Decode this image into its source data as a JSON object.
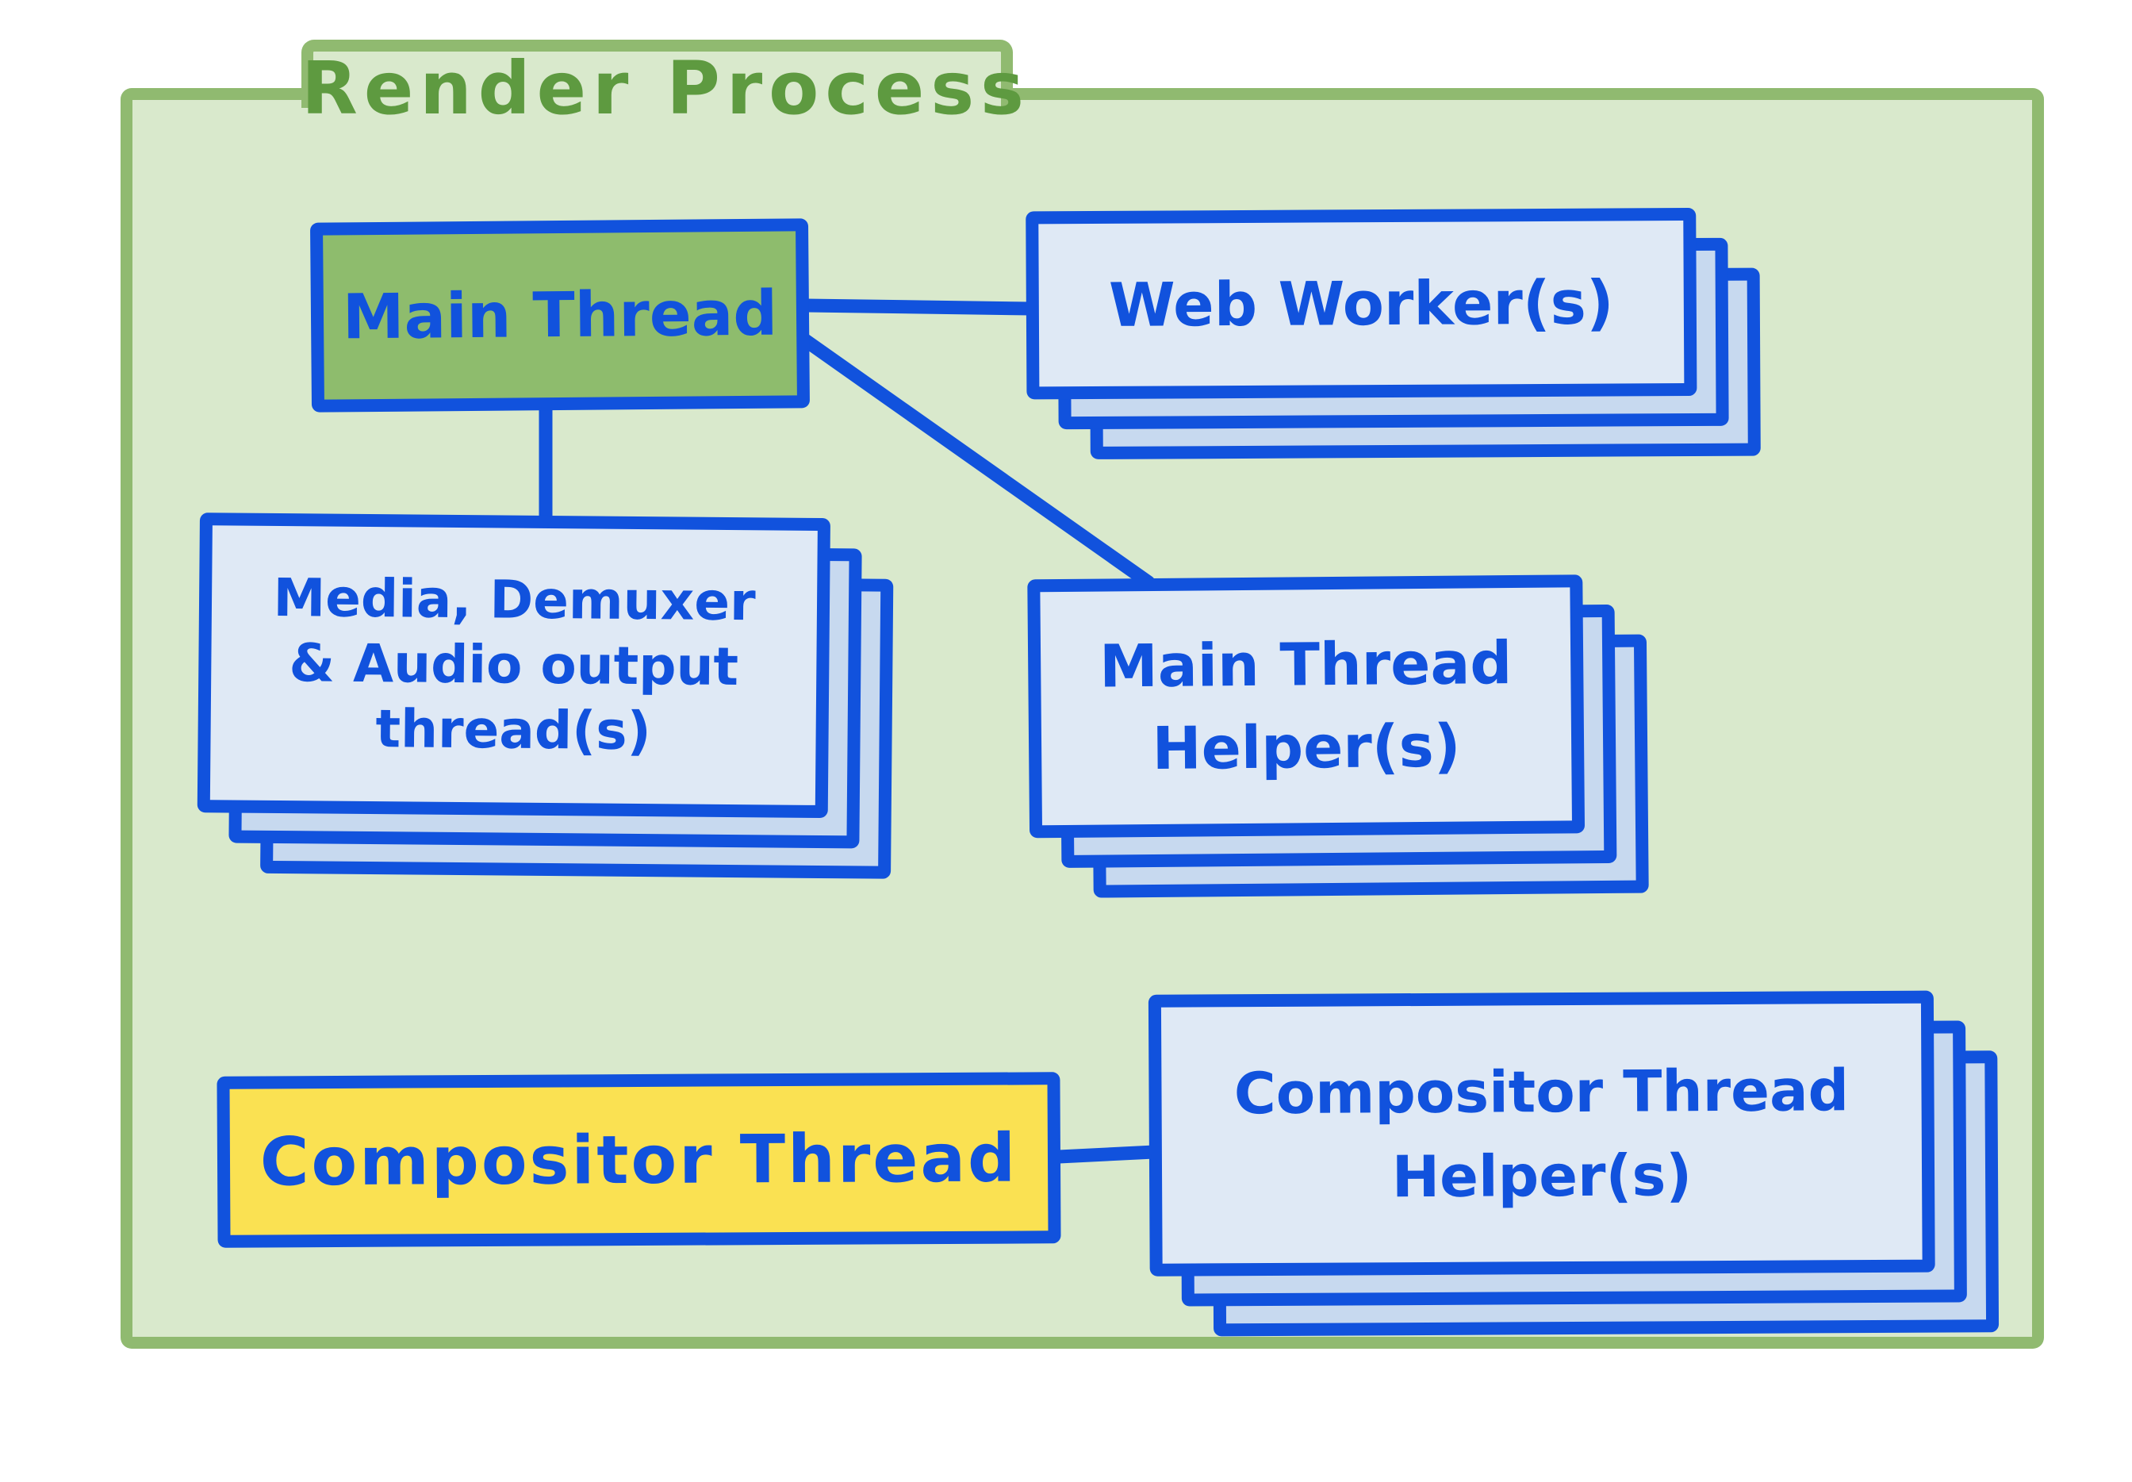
{
  "title": "Render Process",
  "colors": {
    "folder_fill": "#d9e9cc",
    "folder_border": "#90ba70",
    "title_green": "#5e9a40",
    "blue": "#1152dd",
    "card_front": "#dfe9f5",
    "card_back": "#c7d9ef",
    "main_thread_green": "#8ebc6d",
    "compositor_yellow": "#fae152"
  },
  "nodes": {
    "main_thread": {
      "label": "Main Thread"
    },
    "web_workers": {
      "label": "Web Worker(s)"
    },
    "media_threads": {
      "lines": [
        "Media, Demuxer",
        "& Audio output",
        "thread(s)"
      ]
    },
    "main_thread_helpers": {
      "lines": [
        "Main Thread",
        "Helper(s)"
      ]
    },
    "compositor_thread": {
      "label": "Compositor Thread"
    },
    "compositor_thread_helpers": {
      "lines": [
        "Compositor Thread",
        "Helper(s)"
      ]
    }
  },
  "edges": [
    {
      "from": "main_thread",
      "to": "web_workers"
    },
    {
      "from": "main_thread",
      "to": "media_threads"
    },
    {
      "from": "main_thread",
      "to": "main_thread_helpers"
    },
    {
      "from": "compositor_thread",
      "to": "compositor_thread_helpers"
    }
  ]
}
